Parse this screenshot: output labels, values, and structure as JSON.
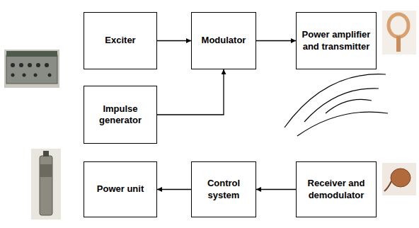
{
  "diagram": {
    "nodes": [
      {
        "text": [
          "Exciter"
        ]
      },
      {
        "text": [
          "Modulator"
        ]
      },
      {
        "text": [
          "Power amplifier and transmitter"
        ]
      },
      {
        "text": [
          "Impulse generator"
        ]
      },
      {
        "text": [
          "Power unit"
        ]
      },
      {
        "text": [
          "Control system"
        ]
      },
      {
        "text": [
          "Receiver and demodulator"
        ]
      }
    ],
    "edges": [
      {
        "from": 0,
        "to": 1,
        "arrow": "to"
      },
      {
        "from": 1,
        "to": 2,
        "arrow": "to"
      },
      {
        "from": 3,
        "to": 1,
        "arrow": "to"
      },
      {
        "from": 5,
        "to": 4,
        "arrow": "to"
      },
      {
        "from": 6,
        "to": 5,
        "arrow": "to"
      }
    ]
  }
}
